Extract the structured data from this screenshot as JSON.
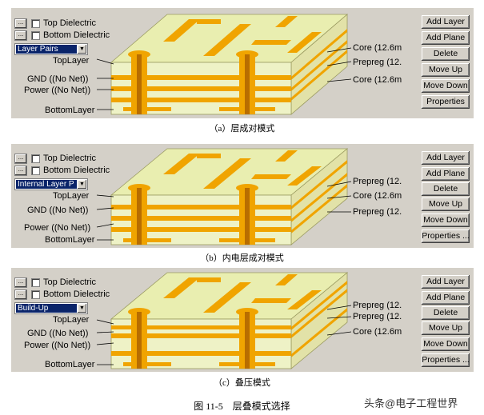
{
  "panels": [
    {
      "checkbox_top": "Top Dielectric",
      "checkbox_bottom": "Bottom Dielectric",
      "mode_selected": "Layer Pairs",
      "left_labels": [
        "TopLayer",
        "GND ((No Net))",
        "Power ((No Net))",
        "BottomLayer"
      ],
      "right_labels": [
        "Core (12.6m",
        "Prepreg (12.",
        "Core (12.6m"
      ],
      "buttons": [
        "Add Layer",
        "Add Plane",
        "Delete",
        "Move Up",
        "Move Down",
        "Properties"
      ],
      "caption": "（a）层成对模式"
    },
    {
      "checkbox_top": "Top Dielectric",
      "checkbox_bottom": "Bottom Dielectric",
      "mode_selected": "Internal Layer P",
      "left_labels": [
        "TopLayer",
        "GND ((No Net))",
        "Power ((No Net))",
        "BottomLayer"
      ],
      "right_labels": [
        "Prepreg (12.",
        "Core (12.6m",
        "Prepreg (12."
      ],
      "buttons": [
        "Add Layer",
        "Add Plane",
        "Delete",
        "Move Up",
        "Move Down",
        "Properties ..."
      ],
      "caption": "（b）内电层成对模式"
    },
    {
      "checkbox_top": "Top Dielectric",
      "checkbox_bottom": "Bottom Dielectric",
      "mode_selected": "Build-Up",
      "left_labels": [
        "TopLayer",
        "GND ((No Net))",
        "Power ((No Net))",
        "BottomLayer"
      ],
      "right_labels": [
        "Prepreg (12.",
        "Prepreg (12.",
        "Core (12.6m"
      ],
      "buttons": [
        "Add Layer",
        "Add Plane",
        "Delete",
        "Move Up",
        "Move Down",
        "Properties ..."
      ],
      "caption": "（c）叠压模式"
    }
  ],
  "figure_title": "图 11-5　层叠模式选择",
  "watermark": "头条@电子工程世界",
  "colors": {
    "panel_bg": "#d4d0c8",
    "board_top": "#e9eeb0",
    "copper": "#f0a400",
    "selection": "#0a246a"
  }
}
